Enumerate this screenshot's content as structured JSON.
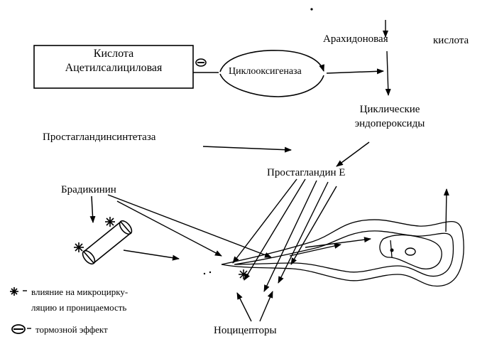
{
  "labels": {
    "acid_line1": "Кислота",
    "acid_line2": "Ацетилсалициловая",
    "cox": "Циклооксигеназа",
    "arachidonic_1": "Арахидоновая",
    "arachidonic_2": "кислота",
    "endoperoxides_line1": "Циклические",
    "endoperoxides_line2": "эндопероксиды",
    "synthetase": "Простагландинсинтетаза",
    "prostaglandin": "Простагландин Е",
    "bradykinin": "Брадикинин",
    "nociceptors": "Ноцицепторы"
  },
  "legend": {
    "star_line1": "влияние на микроцирку-",
    "star_line2": "ляцию и проницаемость",
    "inhibit": "тормозной эффект"
  },
  "colors": {
    "ink": "#000000",
    "paper": "#ffffff"
  }
}
